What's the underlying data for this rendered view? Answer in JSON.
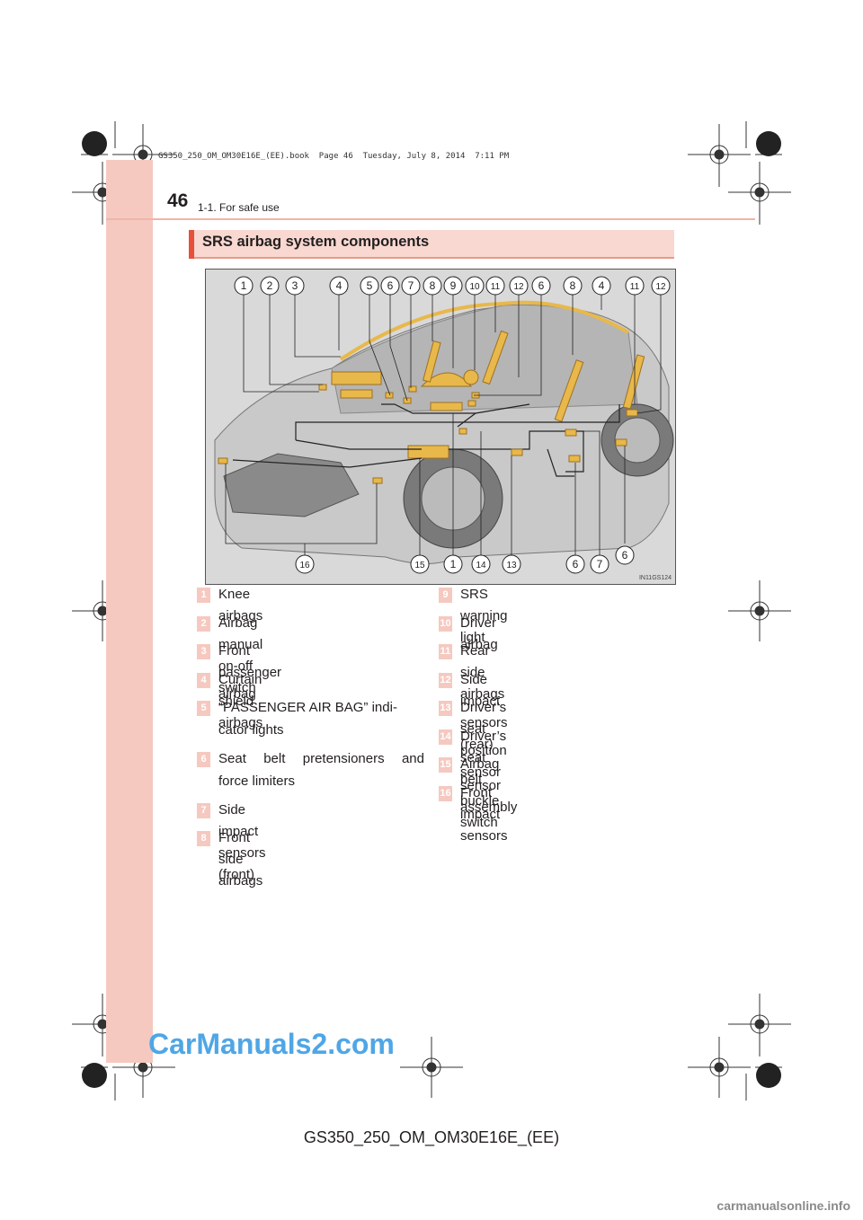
{
  "header": {
    "page_number": "46",
    "section": "1-1. For safe use",
    "book_info": "GS350_250_OM_OM30E16E_(EE).book  Page 46  Tuesday, July 8, 2014  7:11 PM"
  },
  "title": "SRS airbag system components",
  "figure": {
    "id": "IN11GS124",
    "top_callouts": [
      "1",
      "2",
      "3",
      "4",
      "5",
      "6",
      "7",
      "8",
      "9",
      "10",
      "11",
      "12",
      "6",
      "8",
      "4",
      "11",
      "12"
    ],
    "bottom_callouts": [
      "16",
      "15",
      "1",
      "14",
      "13",
      "6",
      "7",
      "6"
    ],
    "accent_color": "#e8b84a"
  },
  "legend": [
    {
      "num": "1",
      "label": "Knee airbags"
    },
    {
      "num": "2",
      "label": "Airbag manual on-off switch"
    },
    {
      "num": "3",
      "label": "Front passenger airbag"
    },
    {
      "num": "4",
      "label": "Curtain shield airbags"
    },
    {
      "num": "5",
      "label": "“PASSENGER AIR BAG” indi-",
      "label2": "cator lights"
    },
    {
      "num": "6",
      "label": "Seat belt pretensioners and",
      "label2": "force limiters"
    },
    {
      "num": "7",
      "label": "Side impact sensors (front)"
    },
    {
      "num": "8",
      "label": "Front side airbags"
    },
    {
      "num": "9",
      "label": "SRS warning light"
    },
    {
      "num": "10",
      "label": "Driver airbag"
    },
    {
      "num": "11",
      "label": "Rear side airbags"
    },
    {
      "num": "12",
      "label": "Side impact sensors (rear)"
    },
    {
      "num": "13",
      "label": "Driver’s seat position sensor"
    },
    {
      "num": "14",
      "label": "Driver’s seat belt buckle switch"
    },
    {
      "num": "15",
      "label": "Airbag sensor assembly"
    },
    {
      "num": "16",
      "label": "Front impact sensors"
    }
  ],
  "footer": "GS350_250_OM_OM30E16E_(EE)",
  "watermarks": {
    "carmanuals": "CarManuals2.com",
    "online": "carmanualsonline.info"
  },
  "colors": {
    "side_band": "#f5c9c0",
    "title_accent": "#e8503a",
    "number_box": "#f5c9c0"
  }
}
